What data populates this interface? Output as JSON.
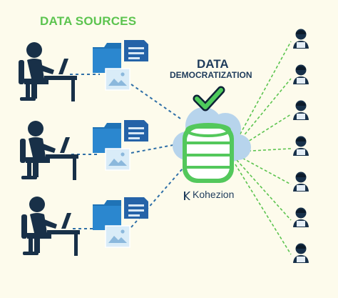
{
  "headings": {
    "data_sources": "DATA SOURCES",
    "data_democratization_line1": "DATA",
    "data_democratization_line2": "DEMOCRATIZATION"
  },
  "brand": {
    "name": "Kohezion",
    "mark": "K"
  },
  "colors": {
    "background": "#fdfbec",
    "heading_green": "#5cc44f",
    "heading_navy": "#1e3b5b",
    "accent_blue": "#2f6fa7",
    "cloud_blue": "#b7d4ec",
    "database_green": "#53c85c",
    "person_navy": "#183048",
    "folder_blue": "#1f73b6",
    "image_tile": "#d9ecf8"
  },
  "icons": {
    "person": "person-at-desk-icon",
    "folder": "folder-icon",
    "document": "document-icon",
    "image": "image-icon",
    "checkmark": "checkmark-icon",
    "database": "database-icon",
    "cloud": "cloud-icon",
    "user": "user-icon"
  }
}
